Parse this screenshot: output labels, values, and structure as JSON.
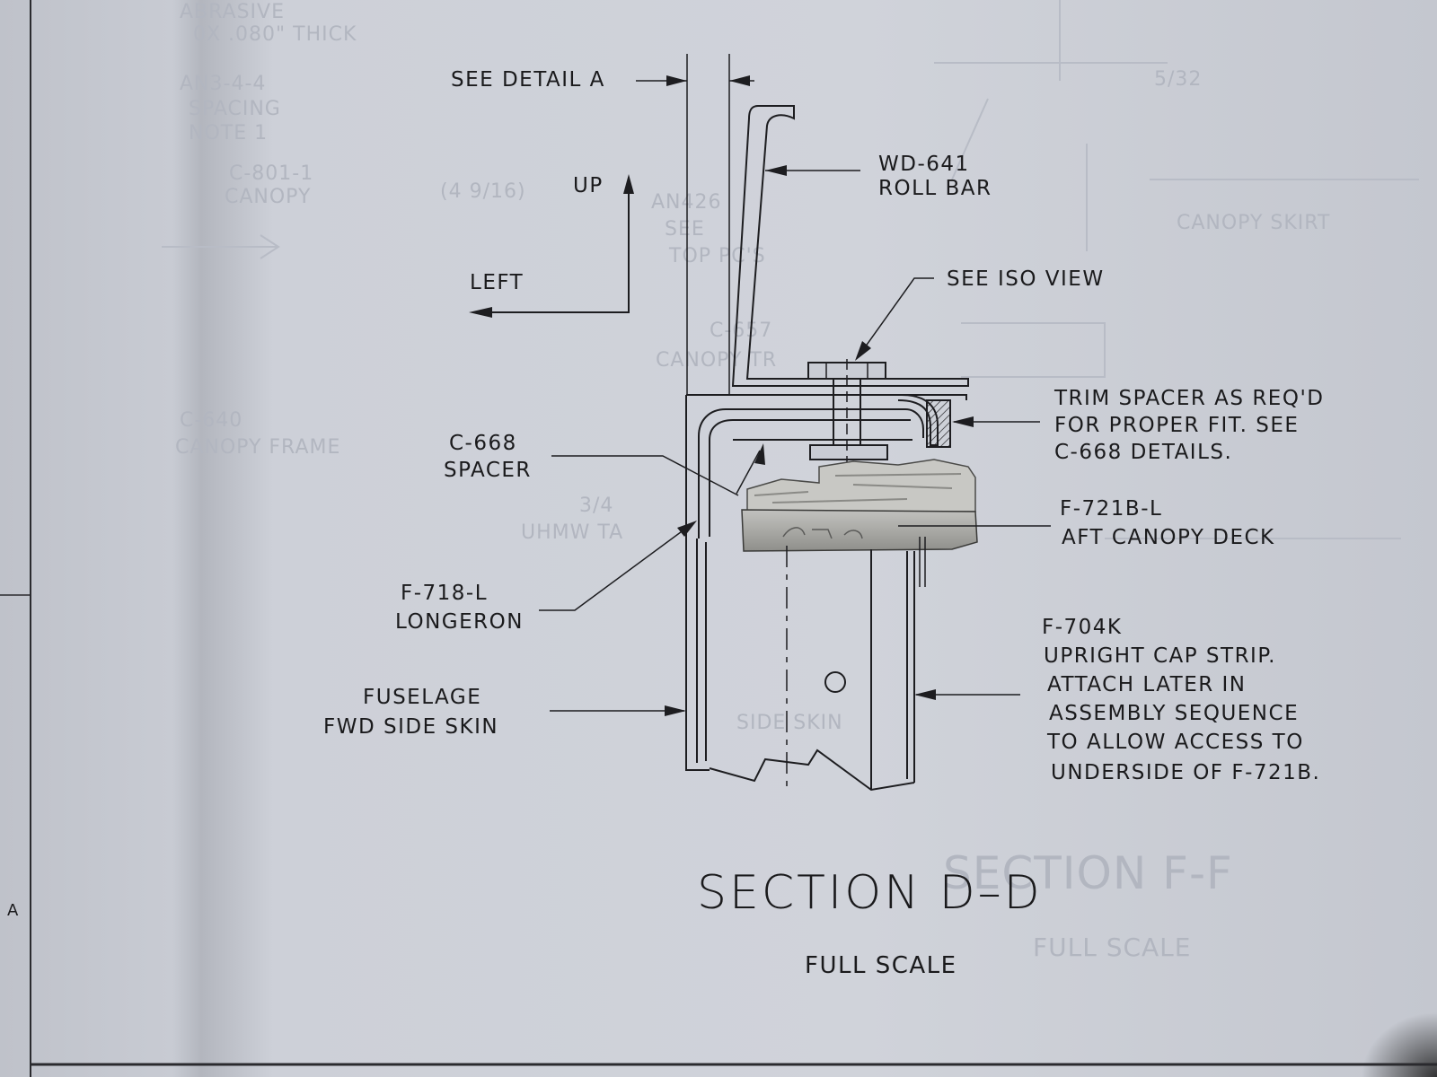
{
  "drawing": {
    "title": "SECTION D–D",
    "scale": "FULL SCALE",
    "margin_letter": "A",
    "orientation": {
      "up": "UP",
      "left": "LEFT"
    },
    "callouts": {
      "detail_a": "SEE DETAIL A",
      "roll_bar_part": "WD-641",
      "roll_bar_name": "ROLL BAR",
      "iso_view": "SEE ISO VIEW",
      "trim_line1": "TRIM SPACER AS REQ'D",
      "trim_line2": "FOR PROPER FIT. SEE",
      "trim_line3": "C-668 DETAILS.",
      "spacer_part": "C-668",
      "spacer_name": "SPACER",
      "deck_part": "F-721B-L",
      "deck_name": "AFT CANOPY DECK",
      "longeron_part": "F-718-L",
      "longeron_name": "LONGERON",
      "cap_line1": "F-704K",
      "cap_line2": "UPRIGHT CAP STRIP.",
      "cap_line3": "ATTACH LATER IN",
      "cap_line4": "ASSEMBLY SEQUENCE",
      "cap_line5": "TO ALLOW ACCESS TO",
      "cap_line6": "UNDERSIDE OF F-721B.",
      "skin_line1": "FUSELAGE",
      "skin_line2": "FWD SIDE SKIN"
    },
    "bleed_through": [
      "ABRASIVE",
      "0X .080\" THICK",
      "AN3-4-4",
      "SPACING",
      "NOTE 1",
      "C-801-1",
      "CANOPY",
      "(4 9/16)",
      "AN426",
      "SEE",
      "TOP PC'S",
      "C-657",
      "CANOPY TR",
      "C-640",
      "CANOPY FRAME",
      "3/4",
      "UHMW TA",
      "SIDE SKIN",
      "SECTION F-F",
      "FULL SCALE",
      "5/32",
      "CANOPY SKIRT"
    ],
    "colors": {
      "paper": "#c9ccd4",
      "ink": "#1d1d20",
      "bleed_ink": "#b2b6c0",
      "deck_wood": "#a8a8a4"
    }
  }
}
